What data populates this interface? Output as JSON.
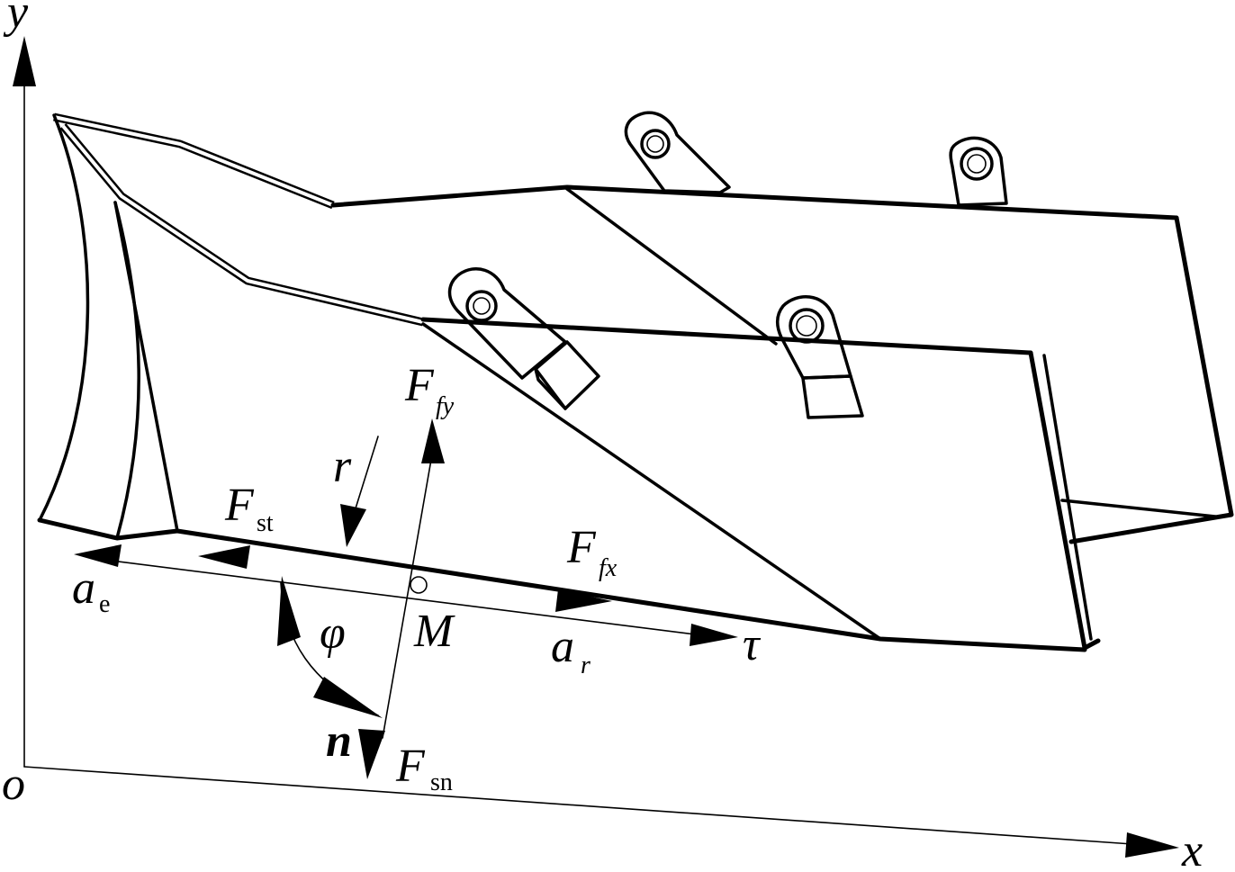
{
  "axes": {
    "y_label": "y",
    "x_label": "x",
    "origin_label": "o"
  },
  "labels": {
    "F_fy": {
      "base": "F",
      "sub": "fy"
    },
    "F_fx": {
      "base": "F",
      "sub": "fx"
    },
    "F_st": {
      "base": "F",
      "sub": "st"
    },
    "F_sn": {
      "base": "F",
      "sub": "sn"
    },
    "a_e": {
      "base": "a",
      "sub": "e"
    },
    "a_r": {
      "base": "a",
      "sub": "r"
    },
    "r": "r",
    "M": "M",
    "tau": "τ",
    "phi": "φ",
    "n": "n"
  }
}
